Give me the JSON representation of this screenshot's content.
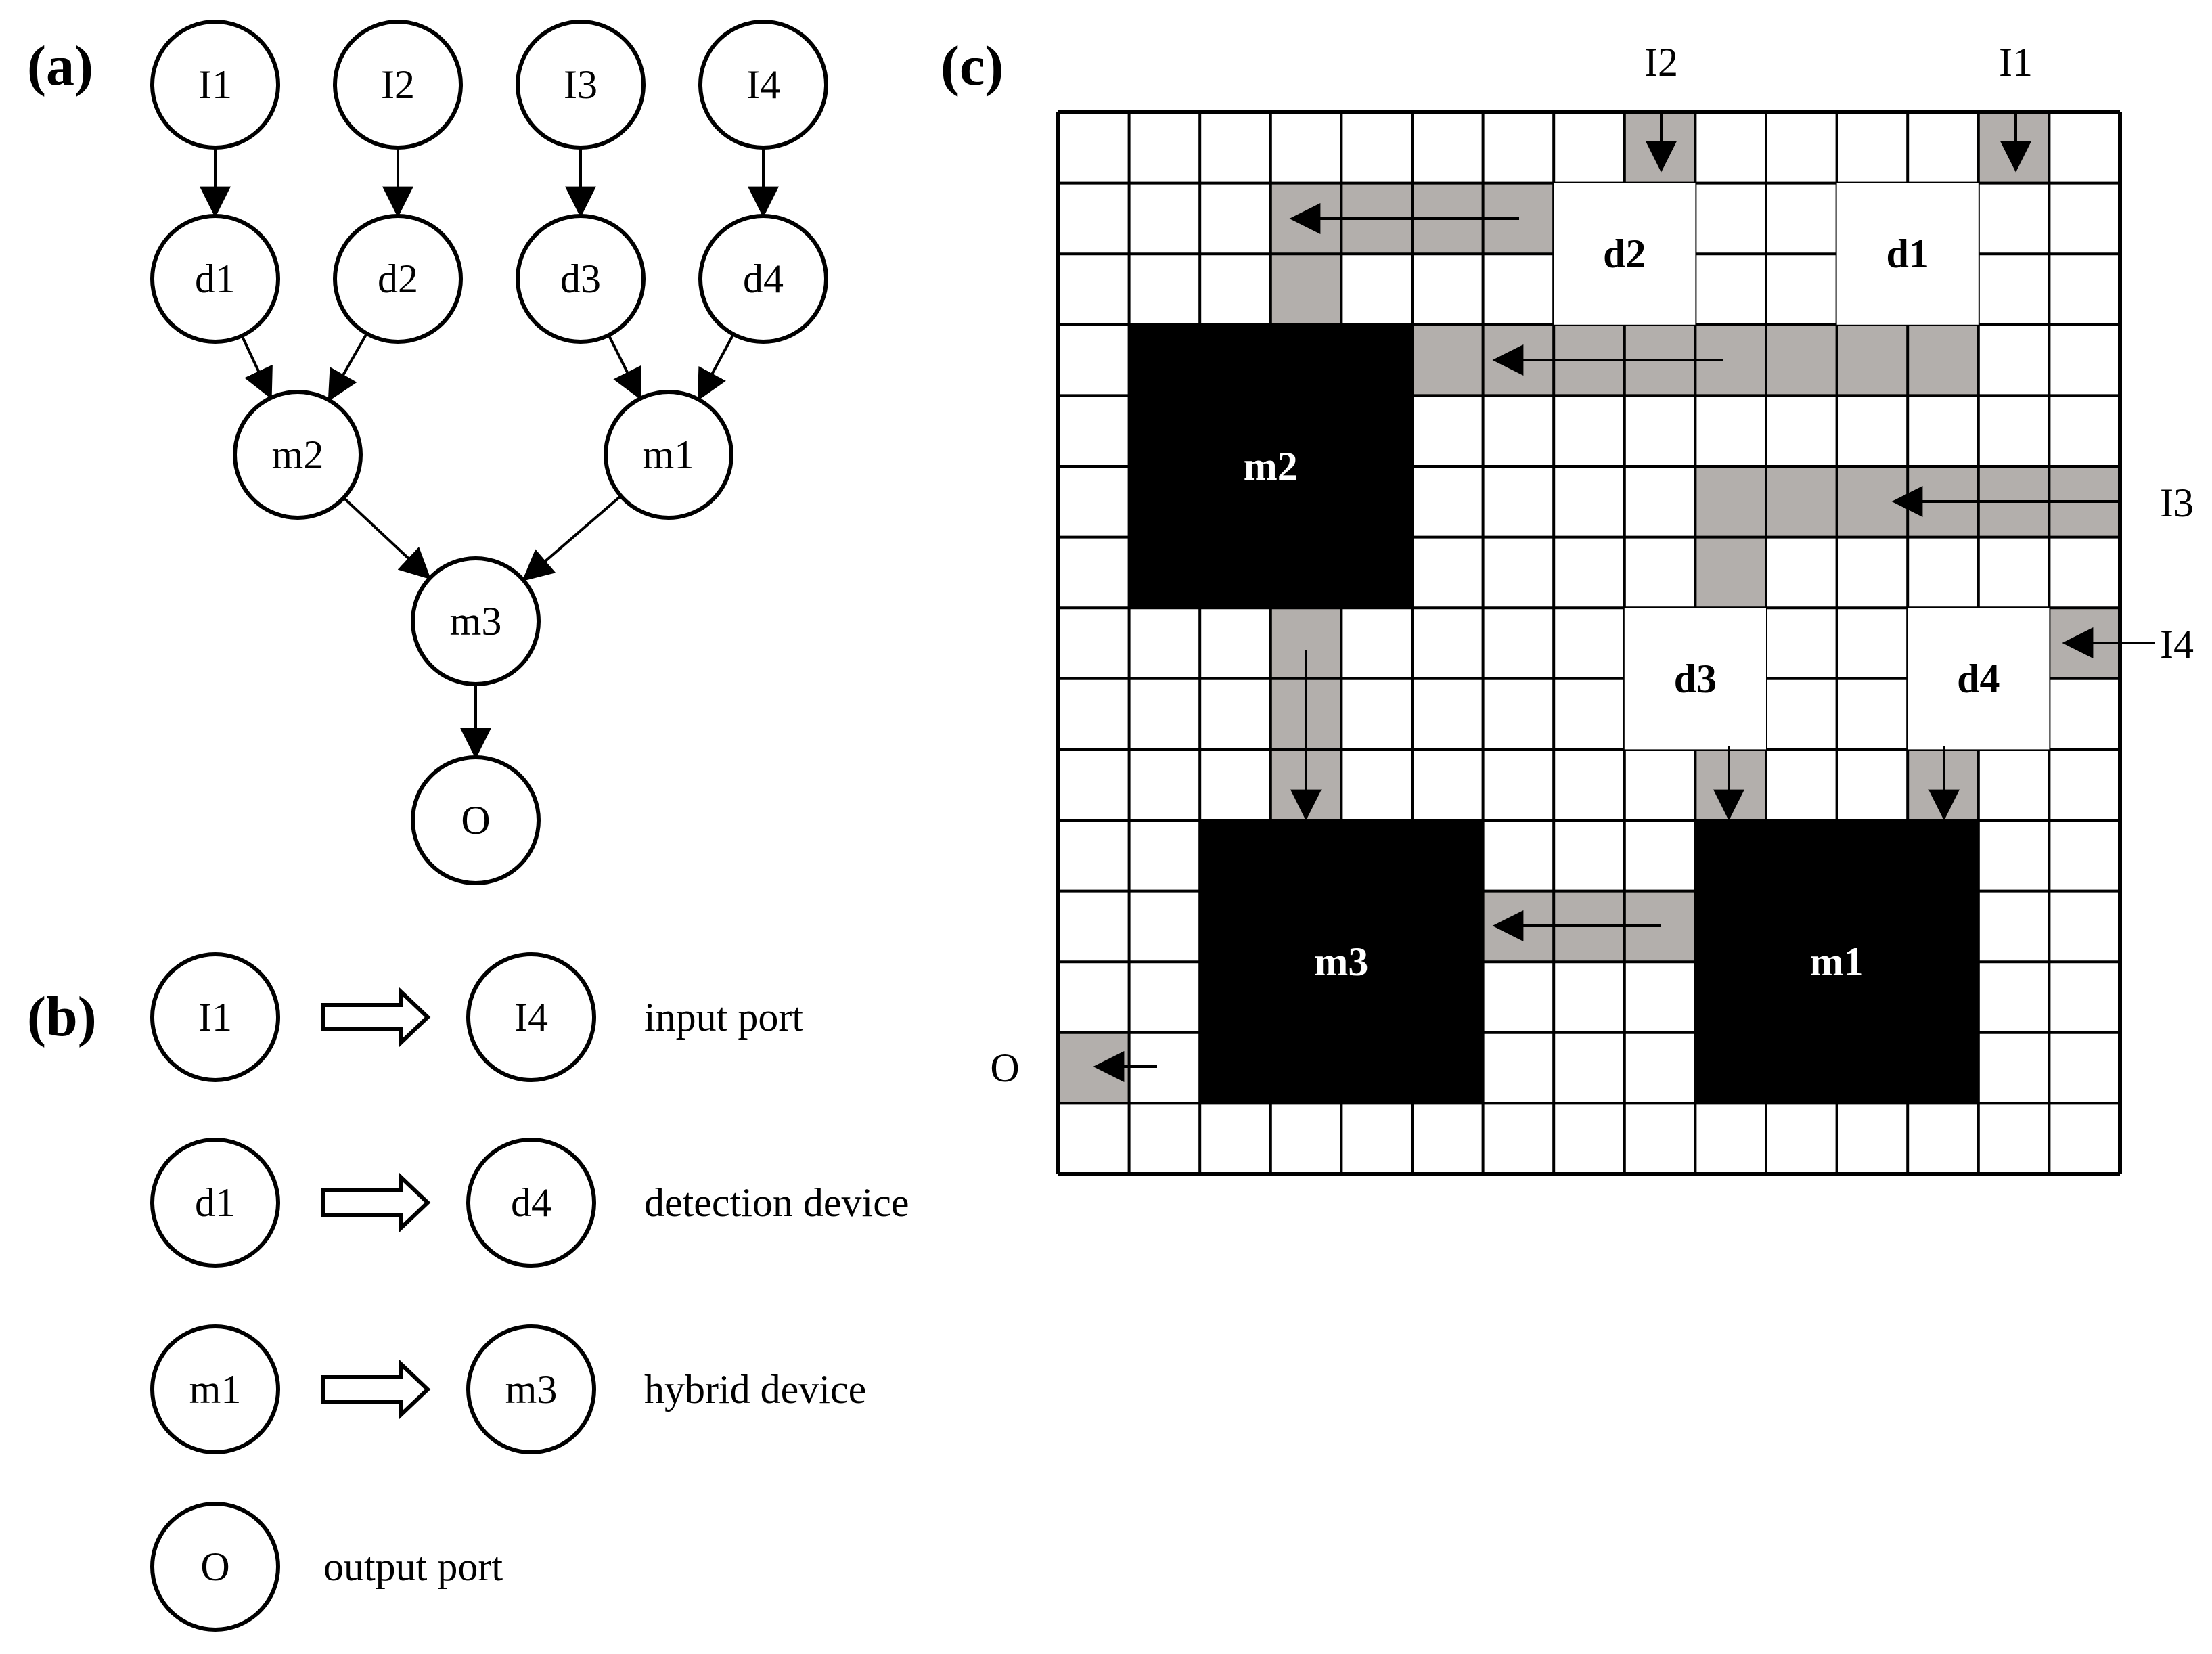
{
  "panels": {
    "a": "(a)",
    "b": "(b)",
    "c": "(c)"
  },
  "graph": {
    "nodes": [
      {
        "id": "I1",
        "label": "I1"
      },
      {
        "id": "I2",
        "label": "I2"
      },
      {
        "id": "I3",
        "label": "I3"
      },
      {
        "id": "I4",
        "label": "I4"
      },
      {
        "id": "d1",
        "label": "d1"
      },
      {
        "id": "d2",
        "label": "d2"
      },
      {
        "id": "d3",
        "label": "d3"
      },
      {
        "id": "d4",
        "label": "d4"
      },
      {
        "id": "m2",
        "label": "m2"
      },
      {
        "id": "m1",
        "label": "m1"
      },
      {
        "id": "m3",
        "label": "m3"
      },
      {
        "id": "O",
        "label": "O"
      }
    ],
    "edges": [
      [
        "I1",
        "d1"
      ],
      [
        "I2",
        "d2"
      ],
      [
        "I3",
        "d3"
      ],
      [
        "I4",
        "d4"
      ],
      [
        "d1",
        "m2"
      ],
      [
        "d2",
        "m2"
      ],
      [
        "d3",
        "m1"
      ],
      [
        "d4",
        "m1"
      ],
      [
        "m2",
        "m3"
      ],
      [
        "m1",
        "m3"
      ],
      [
        "m3",
        "O"
      ]
    ]
  },
  "legend": [
    {
      "from": "I1",
      "to": "I4",
      "text": "input port"
    },
    {
      "from": "d1",
      "to": "d4",
      "text": "detection device"
    },
    {
      "from": "m1",
      "to": "m3",
      "text": "hybrid device"
    },
    {
      "from": "O",
      "to": null,
      "text": "output port"
    }
  ],
  "chip": {
    "grid": {
      "cols": 15,
      "rows": 15
    },
    "colors": {
      "route": "#b3afac",
      "mixer": "#000000",
      "detector": "#ffffff",
      "grid_line": "#000000"
    },
    "devices": [
      {
        "id": "d2",
        "label": "d2",
        "kind": "detector",
        "col": 7,
        "row": 1,
        "w": 2,
        "h": 2
      },
      {
        "id": "d1",
        "label": "d1",
        "kind": "detector",
        "col": 11,
        "row": 1,
        "w": 2,
        "h": 2
      },
      {
        "id": "m2",
        "label": "m2",
        "kind": "mixer",
        "col": 1,
        "row": 3,
        "w": 4,
        "h": 4
      },
      {
        "id": "d3",
        "label": "d3",
        "kind": "detector",
        "col": 8,
        "row": 7,
        "w": 2,
        "h": 2
      },
      {
        "id": "d4",
        "label": "d4",
        "kind": "detector",
        "col": 12,
        "row": 7,
        "w": 2,
        "h": 2
      },
      {
        "id": "m3",
        "label": "m3",
        "kind": "mixer",
        "col": 2,
        "row": 10,
        "w": 4,
        "h": 4
      },
      {
        "id": "m1",
        "label": "m1",
        "kind": "mixer",
        "col": 9,
        "row": 10,
        "w": 4,
        "h": 4
      }
    ],
    "routes": [
      {
        "cells": [
          [
            8,
            0
          ]
        ],
        "from": "I2",
        "to": "d2"
      },
      {
        "cells": [
          [
            13,
            0
          ]
        ],
        "from": "I1",
        "to": "d1"
      },
      {
        "cells": [
          [
            3,
            1
          ],
          [
            4,
            1
          ],
          [
            5,
            1
          ],
          [
            6,
            1
          ],
          [
            3,
            2
          ]
        ],
        "from": "d2",
        "to": "m2"
      },
      {
        "cells": [
          [
            5,
            3
          ],
          [
            6,
            3
          ],
          [
            7,
            3
          ],
          [
            8,
            3
          ],
          [
            9,
            3
          ],
          [
            10,
            3
          ],
          [
            11,
            3
          ],
          [
            12,
            3
          ]
        ],
        "from": "d1",
        "to": "m2"
      },
      {
        "cells": [
          [
            9,
            5
          ],
          [
            10,
            5
          ],
          [
            11,
            5
          ],
          [
            12,
            5
          ],
          [
            13,
            5
          ],
          [
            14,
            5
          ],
          [
            9,
            6
          ]
        ],
        "from": "I3",
        "to": "d3"
      },
      {
        "cells": [
          [
            14,
            7
          ]
        ],
        "from": "I4",
        "to": "d4"
      },
      {
        "cells": [
          [
            3,
            7
          ],
          [
            3,
            8
          ],
          [
            3,
            9
          ]
        ],
        "from": "m2",
        "to": "m3"
      },
      {
        "cells": [
          [
            9,
            9
          ]
        ],
        "from": "d3",
        "to": "m1"
      },
      {
        "cells": [
          [
            12,
            9
          ]
        ],
        "from": "d4",
        "to": "m1"
      },
      {
        "cells": [
          [
            6,
            11
          ],
          [
            7,
            11
          ],
          [
            8,
            11
          ]
        ],
        "from": "m1",
        "to": "m3"
      },
      {
        "cells": [
          [
            0,
            13
          ]
        ],
        "from": "m3",
        "to": "O"
      }
    ],
    "ports": [
      {
        "id": "I2",
        "label": "I2"
      },
      {
        "id": "I1",
        "label": "I1"
      },
      {
        "id": "I3",
        "label": "I3"
      },
      {
        "id": "I4",
        "label": "I4"
      },
      {
        "id": "O",
        "label": "O"
      }
    ]
  }
}
